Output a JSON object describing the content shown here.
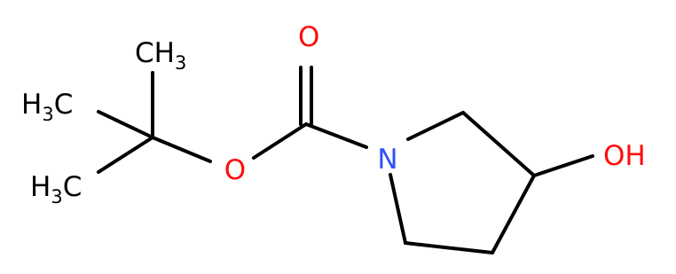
{
  "colors": {
    "bond": "#000000",
    "carbon": "#000000",
    "oxygen": "#ff0d0d",
    "nitrogen": "#3050f8"
  },
  "labels": {
    "methyl_top": {
      "main": "CH",
      "sub": "3"
    },
    "methyl_left_upper": {
      "pre": "H",
      "sub": "3",
      "main": "C"
    },
    "methyl_left_lower": {
      "pre": "H",
      "sub": "3",
      "main": "C"
    },
    "carbonyl_oxygen": "O",
    "ester_oxygen": "O",
    "nitrogen": "N",
    "hydroxyl": "OH"
  }
}
